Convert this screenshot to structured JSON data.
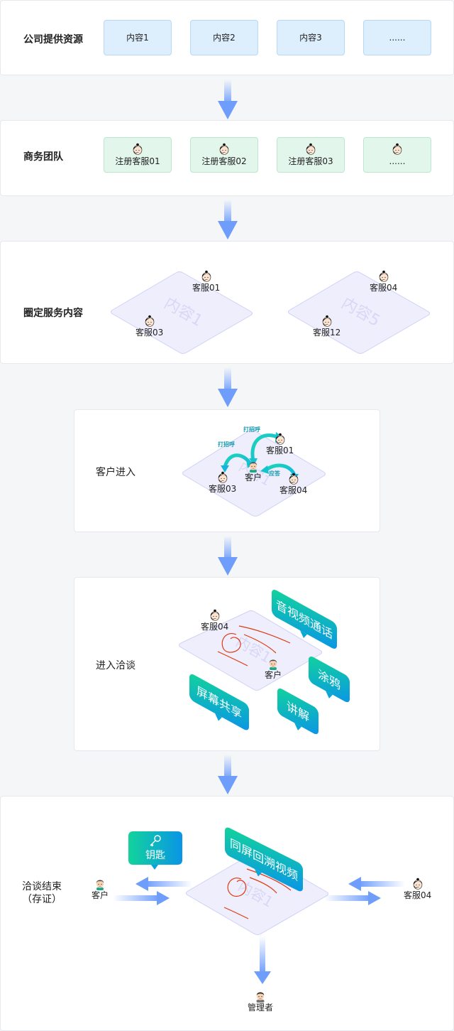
{
  "steps": [
    {
      "label": "公司提供资源",
      "items": [
        "内容1",
        "内容2",
        "内容3",
        "......"
      ]
    },
    {
      "label": "商务团队",
      "items": [
        "注册客服01",
        "注册客服02",
        "注册客服03",
        "......"
      ]
    },
    {
      "label": "圈定服务内容",
      "platforms": [
        {
          "watermark": "内容1",
          "agents": [
            "客服01",
            "客服03"
          ]
        },
        {
          "watermark": "内容5",
          "agents": [
            "客服04",
            "客服12"
          ]
        }
      ]
    },
    {
      "label": "客户进入",
      "watermark": "内容1",
      "customer": "客户",
      "agents": [
        "客服01",
        "客服03",
        "客服04"
      ],
      "actions": [
        "打招呼",
        "打招呼",
        "应答"
      ]
    },
    {
      "label": "进入洽谈",
      "watermark": "内容1",
      "agent": "客服04",
      "customer": "客户",
      "features": [
        "音视频通话",
        "涂鸦",
        "屏幕共享",
        "讲解"
      ]
    },
    {
      "label_line1": "洽谈结束",
      "label_line2": "（存证）",
      "watermark": "内容1",
      "customer": "客户",
      "agent": "客服04",
      "manager": "管理者",
      "key_label": "钥匙",
      "replay_label": "同屏回溯视频"
    }
  ],
  "colors": {
    "arrow": "#6e9dfb",
    "bubble_start": "#12d39c",
    "bubble_end": "#0a95e6",
    "platform_fill": "#eeeefc",
    "platform_stroke": "#cfd0f5",
    "doodle": "#e03a12",
    "resource_box": "#ddeefd",
    "team_box": "#e2f6ec"
  },
  "icons": {
    "agent": "agent-headset-avatar-icon",
    "customer": "customer-avatar-icon",
    "manager": "manager-avatar-icon",
    "key": "key-icon",
    "flow_arrow": "arrow-down-icon"
  }
}
